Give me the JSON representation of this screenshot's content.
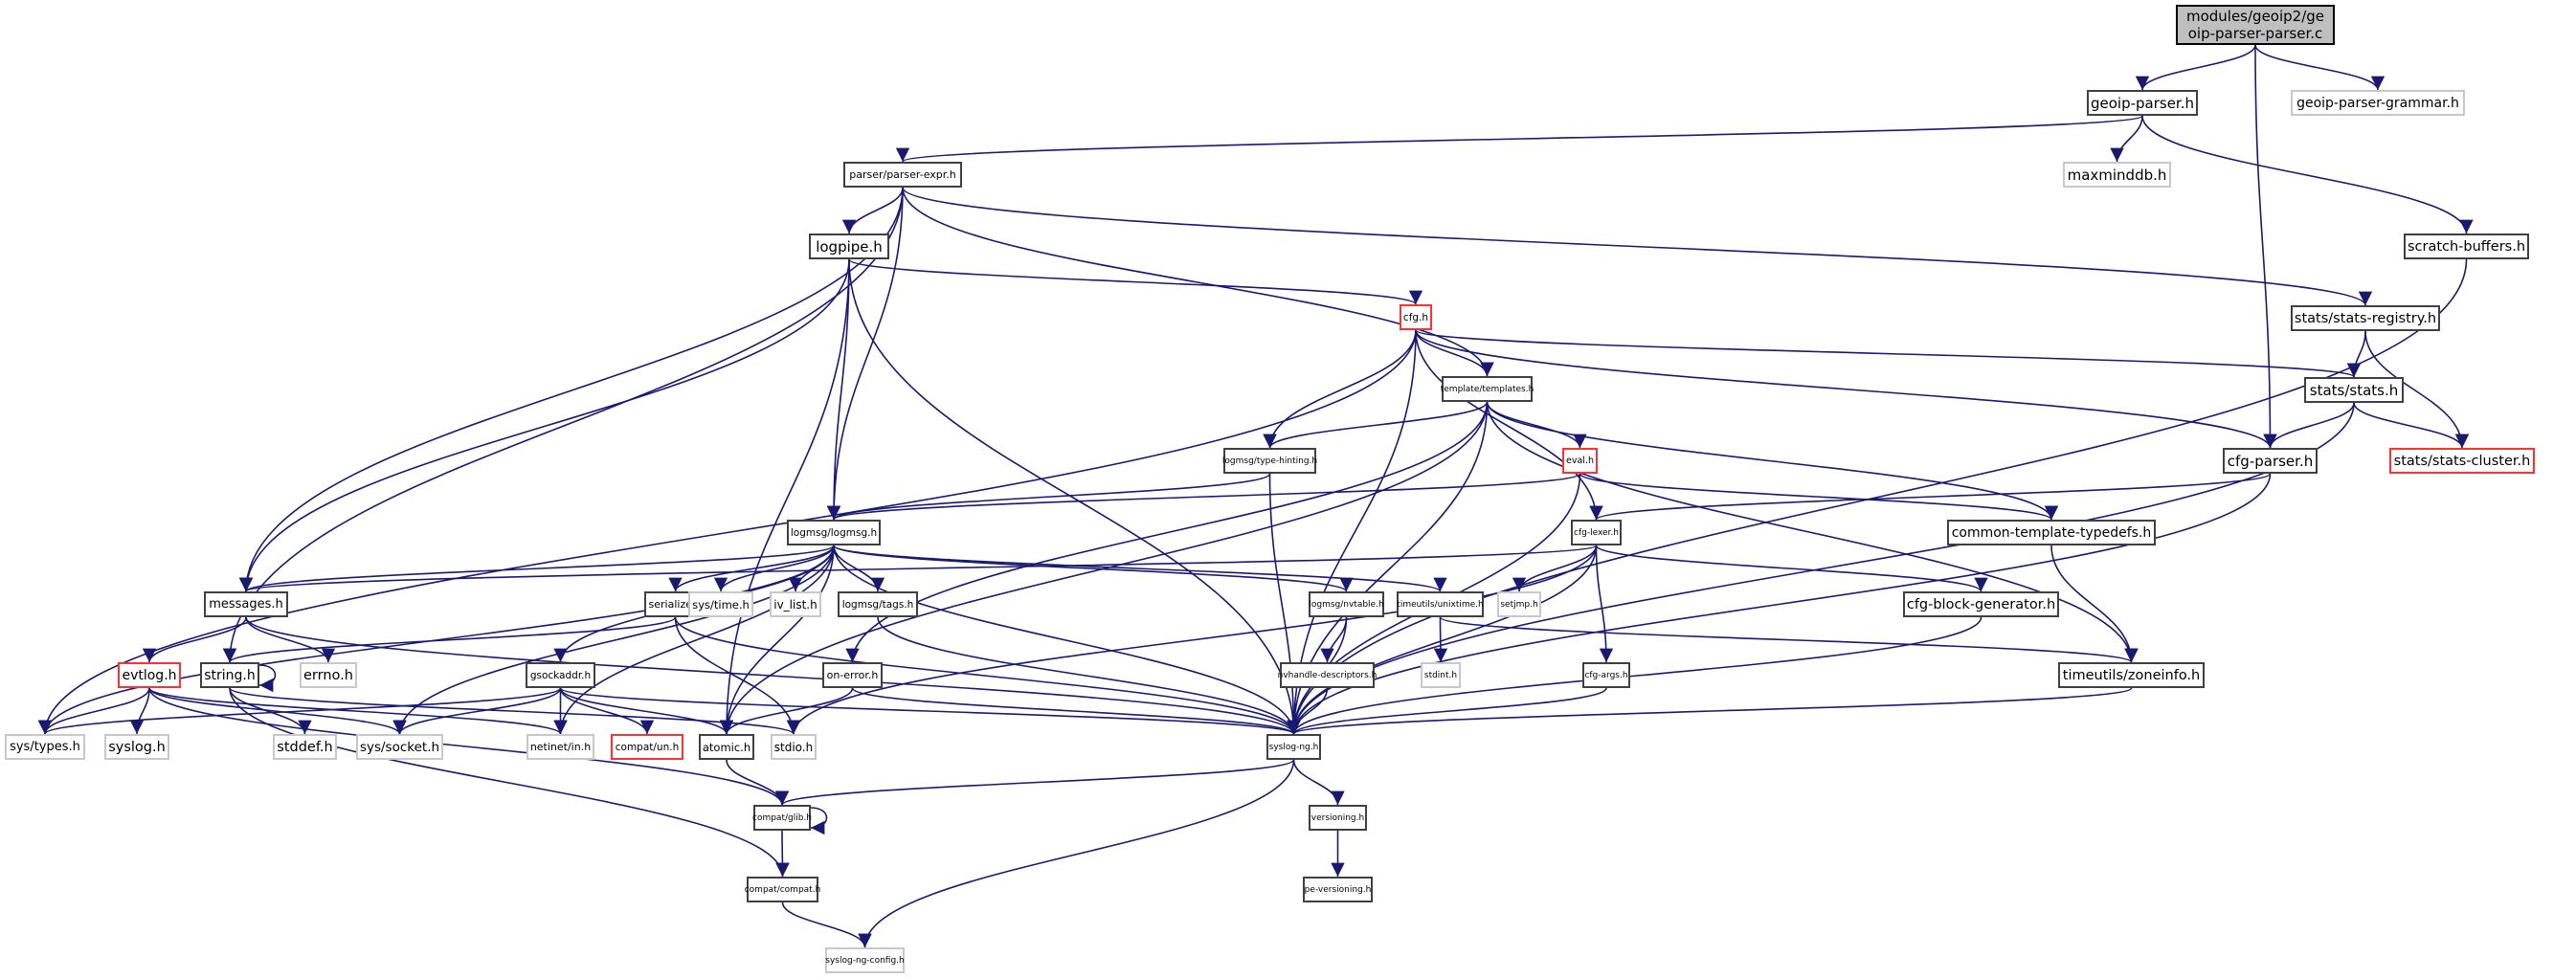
{
  "title": "Include dependency graph for modules/geoip2/geoip-parser-parser.c",
  "legend_colors": {
    "edge": "#191970",
    "root_fill": "#bfbfbf",
    "normal_border": "#404040",
    "external_border": "#c8c8c8",
    "truncated_border": "#ff3030"
  },
  "nodes": [
    {
      "id": "root",
      "label": "modules/geoip2/geoip-parser-parser.c",
      "kind": "root"
    },
    {
      "id": "geoip_parser_h",
      "label": "geoip-parser.h",
      "kind": "normal"
    },
    {
      "id": "geoip_parser_grammar_h",
      "label": "geoip-parser-grammar.h",
      "kind": "external"
    },
    {
      "id": "maxminddb_h",
      "label": "maxminddb.h",
      "kind": "external"
    },
    {
      "id": "scratch_buffers_h",
      "label": "scratch-buffers.h",
      "kind": "normal"
    },
    {
      "id": "parser_expr_h",
      "label": "parser/parser-expr.h",
      "kind": "normal"
    },
    {
      "id": "logpipe_h",
      "label": "logpipe.h",
      "kind": "normal"
    },
    {
      "id": "cfg_h",
      "label": "cfg.h",
      "kind": "truncated"
    },
    {
      "id": "stats_registry_h",
      "label": "stats/stats-registry.h",
      "kind": "normal"
    },
    {
      "id": "templates_h",
      "label": "template/templates.h",
      "kind": "normal"
    },
    {
      "id": "stats_h",
      "label": "stats/stats.h",
      "kind": "normal"
    },
    {
      "id": "type_hinting_h",
      "label": "logmsg/type-hinting.h",
      "kind": "normal"
    },
    {
      "id": "eval_h",
      "label": "eval.h",
      "kind": "truncated"
    },
    {
      "id": "cfg_parser_h",
      "label": "cfg-parser.h",
      "kind": "normal"
    },
    {
      "id": "stats_cluster_h",
      "label": "stats/stats-cluster.h",
      "kind": "truncated"
    },
    {
      "id": "logmsg_h",
      "label": "logmsg/logmsg.h",
      "kind": "normal"
    },
    {
      "id": "cfg_lexer_h",
      "label": "cfg-lexer.h",
      "kind": "normal"
    },
    {
      "id": "common_template_typedefs_h",
      "label": "common-template-typedefs.h",
      "kind": "normal"
    },
    {
      "id": "messages_h",
      "label": "messages.h",
      "kind": "normal"
    },
    {
      "id": "serialize_h",
      "label": "serialize.h",
      "kind": "normal"
    },
    {
      "id": "sys_time_h",
      "label": "sys/time.h",
      "kind": "external"
    },
    {
      "id": "iv_list_h",
      "label": "iv_list.h",
      "kind": "external"
    },
    {
      "id": "tags_h",
      "label": "logmsg/tags.h",
      "kind": "normal"
    },
    {
      "id": "nvtable_h",
      "label": "logmsg/nvtable.h",
      "kind": "normal"
    },
    {
      "id": "unixtime_h",
      "label": "timeutils/unixtime.h",
      "kind": "normal"
    },
    {
      "id": "setjmp_h",
      "label": "setjmp.h",
      "kind": "external"
    },
    {
      "id": "cfg_block_generator_h",
      "label": "cfg-block-generator.h",
      "kind": "normal"
    },
    {
      "id": "evtlog_h",
      "label": "evtlog.h",
      "kind": "truncated"
    },
    {
      "id": "string_h",
      "label": "string.h",
      "kind": "normal"
    },
    {
      "id": "errno_h",
      "label": "errno.h",
      "kind": "external"
    },
    {
      "id": "gsockaddr_h",
      "label": "gsockaddr.h",
      "kind": "normal"
    },
    {
      "id": "on_error_h",
      "label": "on-error.h",
      "kind": "normal"
    },
    {
      "id": "nvhandle_descriptors_h",
      "label": "nvhandle-descriptors.h",
      "kind": "normal"
    },
    {
      "id": "stdint_h",
      "label": "stdint.h",
      "kind": "external"
    },
    {
      "id": "cfg_args_h",
      "label": "cfg-args.h",
      "kind": "normal"
    },
    {
      "id": "zoneinfo_h",
      "label": "timeutils/zoneinfo.h",
      "kind": "normal"
    },
    {
      "id": "sys_types_h",
      "label": "sys/types.h",
      "kind": "external"
    },
    {
      "id": "syslog_h",
      "label": "syslog.h",
      "kind": "external"
    },
    {
      "id": "stddef_h",
      "label": "stddef.h",
      "kind": "external"
    },
    {
      "id": "sys_socket_h",
      "label": "sys/socket.h",
      "kind": "external"
    },
    {
      "id": "netinet_in_h",
      "label": "netinet/in.h",
      "kind": "external"
    },
    {
      "id": "compat_un_h",
      "label": "compat/un.h",
      "kind": "truncated"
    },
    {
      "id": "atomic_h",
      "label": "atomic.h",
      "kind": "normal"
    },
    {
      "id": "stdio_h",
      "label": "stdio.h",
      "kind": "external"
    },
    {
      "id": "syslog_ng_h",
      "label": "syslog-ng.h",
      "kind": "normal"
    },
    {
      "id": "compat_glib_h",
      "label": "compat/glib.h",
      "kind": "normal"
    },
    {
      "id": "versioning_h",
      "label": "versioning.h",
      "kind": "normal"
    },
    {
      "id": "compat_compat_h",
      "label": "compat/compat.h",
      "kind": "normal"
    },
    {
      "id": "pe_versioning_h",
      "label": "pe-versioning.h",
      "kind": "normal"
    },
    {
      "id": "syslog_ng_config_h",
      "label": "syslog-ng-config.h",
      "kind": "external"
    }
  ],
  "edges": [
    [
      "root",
      "geoip_parser_h"
    ],
    [
      "root",
      "geoip_parser_grammar_h"
    ],
    [
      "root",
      "cfg_parser_h"
    ],
    [
      "geoip_parser_h",
      "parser_expr_h"
    ],
    [
      "geoip_parser_h",
      "maxminddb_h"
    ],
    [
      "geoip_parser_h",
      "scratch_buffers_h"
    ],
    [
      "scratch_buffers_h",
      "syslog_ng_h"
    ],
    [
      "parser_expr_h",
      "logpipe_h"
    ],
    [
      "parser_expr_h",
      "logmsg_h"
    ],
    [
      "parser_expr_h",
      "messages_h"
    ],
    [
      "parser_expr_h",
      "string_h"
    ],
    [
      "parser_expr_h",
      "templates_h"
    ],
    [
      "parser_expr_h",
      "stats_registry_h"
    ],
    [
      "logpipe_h",
      "cfg_h"
    ],
    [
      "logpipe_h",
      "logmsg_h"
    ],
    [
      "logpipe_h",
      "messages_h"
    ],
    [
      "logpipe_h",
      "syslog_ng_h"
    ],
    [
      "logpipe_h",
      "atomic_h"
    ],
    [
      "cfg_h",
      "templates_h"
    ],
    [
      "cfg_h",
      "type_hinting_h"
    ],
    [
      "cfg_h",
      "cfg_lexer_h"
    ],
    [
      "cfg_h",
      "cfg_parser_h"
    ],
    [
      "cfg_h",
      "stats_h"
    ],
    [
      "cfg_h",
      "syslog_ng_h"
    ],
    [
      "cfg_h",
      "sys_types_h"
    ],
    [
      "stats_registry_h",
      "stats_h"
    ],
    [
      "stats_registry_h",
      "stats_cluster_h"
    ],
    [
      "stats_h",
      "cfg_parser_h"
    ],
    [
      "stats_h",
      "stats_cluster_h"
    ],
    [
      "stats_h",
      "syslog_ng_h"
    ],
    [
      "templates_h",
      "type_hinting_h"
    ],
    [
      "templates_h",
      "eval_h"
    ],
    [
      "templates_h",
      "common_template_typedefs_h"
    ],
    [
      "templates_h",
      "zoneinfo_h"
    ],
    [
      "templates_h",
      "on_error_h"
    ],
    [
      "templates_h",
      "atomic_h"
    ],
    [
      "templates_h",
      "syslog_ng_h"
    ],
    [
      "type_hinting_h",
      "logmsg_h"
    ],
    [
      "type_hinting_h",
      "syslog_ng_h"
    ],
    [
      "eval_h",
      "logmsg_h"
    ],
    [
      "eval_h",
      "common_template_typedefs_h"
    ],
    [
      "eval_h",
      "syslog_ng_h"
    ],
    [
      "cfg_parser_h",
      "cfg_lexer_h"
    ],
    [
      "cfg_parser_h",
      "syslog_ng_h"
    ],
    [
      "logmsg_h",
      "messages_h"
    ],
    [
      "logmsg_h",
      "serialize_h"
    ],
    [
      "logmsg_h",
      "sys_time_h"
    ],
    [
      "logmsg_h",
      "iv_list_h"
    ],
    [
      "logmsg_h",
      "tags_h"
    ],
    [
      "logmsg_h",
      "nvtable_h"
    ],
    [
      "logmsg_h",
      "unixtime_h"
    ],
    [
      "logmsg_h",
      "gsockaddr_h"
    ],
    [
      "logmsg_h",
      "atomic_h"
    ],
    [
      "logmsg_h",
      "syslog_ng_h"
    ],
    [
      "logmsg_h",
      "sys_types_h"
    ],
    [
      "logmsg_h",
      "sys_socket_h"
    ],
    [
      "logmsg_h",
      "netinet_in_h"
    ],
    [
      "cfg_lexer_h",
      "messages_h"
    ],
    [
      "cfg_lexer_h",
      "setjmp_h"
    ],
    [
      "cfg_lexer_h",
      "cfg_block_generator_h"
    ],
    [
      "cfg_lexer_h",
      "cfg_args_h"
    ],
    [
      "cfg_lexer_h",
      "syslog_ng_h"
    ],
    [
      "cfg_lexer_h",
      "stdio_h"
    ],
    [
      "common_template_typedefs_h",
      "zoneinfo_h"
    ],
    [
      "messages_h",
      "evtlog_h"
    ],
    [
      "messages_h",
      "errno_h"
    ],
    [
      "messages_h",
      "syslog_ng_h"
    ],
    [
      "serialize_h",
      "string_h"
    ],
    [
      "serialize_h",
      "syslog_ng_h"
    ],
    [
      "serialize_h",
      "stdio_h"
    ],
    [
      "tags_h",
      "syslog_ng_h"
    ],
    [
      "nvtable_h",
      "nvhandle_descriptors_h"
    ],
    [
      "nvtable_h",
      "syslog_ng_h"
    ],
    [
      "unixtime_h",
      "stdint_h"
    ],
    [
      "unixtime_h",
      "zoneinfo_h"
    ],
    [
      "cfg_block_generator_h",
      "syslog_ng_h"
    ],
    [
      "evtlog_h",
      "sys_types_h"
    ],
    [
      "evtlog_h",
      "syslog_h"
    ],
    [
      "evtlog_h",
      "sys_socket_h"
    ],
    [
      "evtlog_h",
      "netinet_in_h"
    ],
    [
      "evtlog_h",
      "compat_glib_h"
    ],
    [
      "string_h",
      "string_h"
    ],
    [
      "string_h",
      "stddef_h"
    ],
    [
      "string_h",
      "compat_compat_h"
    ],
    [
      "string_h",
      "stdio_h"
    ],
    [
      "gsockaddr_h",
      "sys_types_h"
    ],
    [
      "gsockaddr_h",
      "sys_socket_h"
    ],
    [
      "gsockaddr_h",
      "netinet_in_h"
    ],
    [
      "gsockaddr_h",
      "compat_un_h"
    ],
    [
      "gsockaddr_h",
      "atomic_h"
    ],
    [
      "gsockaddr_h",
      "syslog_ng_h"
    ],
    [
      "on_error_h",
      "atomic_h"
    ],
    [
      "on_error_h",
      "syslog_ng_h"
    ],
    [
      "nvhandle_descriptors_h",
      "syslog_ng_h"
    ],
    [
      "cfg_args_h",
      "syslog_ng_h"
    ],
    [
      "zoneinfo_h",
      "syslog_ng_h"
    ],
    [
      "atomic_h",
      "compat_glib_h"
    ],
    [
      "syslog_ng_h",
      "compat_glib_h"
    ],
    [
      "syslog_ng_h",
      "versioning_h"
    ],
    [
      "syslog_ng_h",
      "syslog_ng_config_h"
    ],
    [
      "compat_glib_h",
      "compat_glib_h"
    ],
    [
      "compat_glib_h",
      "compat_compat_h"
    ],
    [
      "versioning_h",
      "pe_versioning_h"
    ],
    [
      "compat_compat_h",
      "syslog_ng_config_h"
    ]
  ]
}
